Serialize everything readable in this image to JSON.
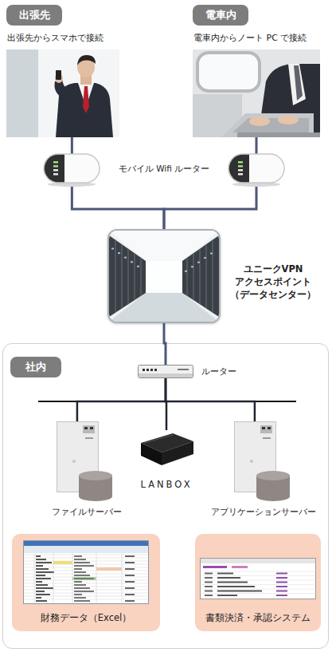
{
  "diagram": {
    "nodes": [
      {
        "text": [
          "出張先",
          "出張先からスマホで接続"
        ]
      },
      {
        "text": [
          "電車内",
          "電車内からノート PC で接続"
        ]
      },
      {
        "text": [
          "ユニークVPN アクセスポイント （データセンター）"
        ]
      },
      {
        "text": [
          "社内"
        ]
      },
      {
        "text": [
          "ルーター"
        ],
        "in": 3
      },
      {
        "text": [
          "ファイルサーバー"
        ],
        "in": 3
      },
      {
        "text": [
          "LANBOX"
        ],
        "in": 3
      },
      {
        "text": [
          "アプリケーションサーバー"
        ],
        "in": 3
      },
      {
        "text": [
          "財務データ（Excel）"
        ],
        "in": 3
      },
      {
        "text": [
          "書類決済・承認システム"
        ],
        "in": 3
      }
    ],
    "edges": [
      {
        "from": 0,
        "to": 2,
        "arrow": "none"
      },
      {
        "from": 1,
        "to": 2,
        "arrow": "none"
      },
      {
        "from": 2,
        "to": 4,
        "arrow": "none"
      },
      {
        "from": 4,
        "to": 5,
        "arrow": "none"
      },
      {
        "from": 4,
        "to": 6,
        "arrow": "none"
      },
      {
        "from": 4,
        "to": 7,
        "arrow": "none"
      }
    ],
    "labels": [
      "モバイル Wifi ルーター"
    ]
  }
}
